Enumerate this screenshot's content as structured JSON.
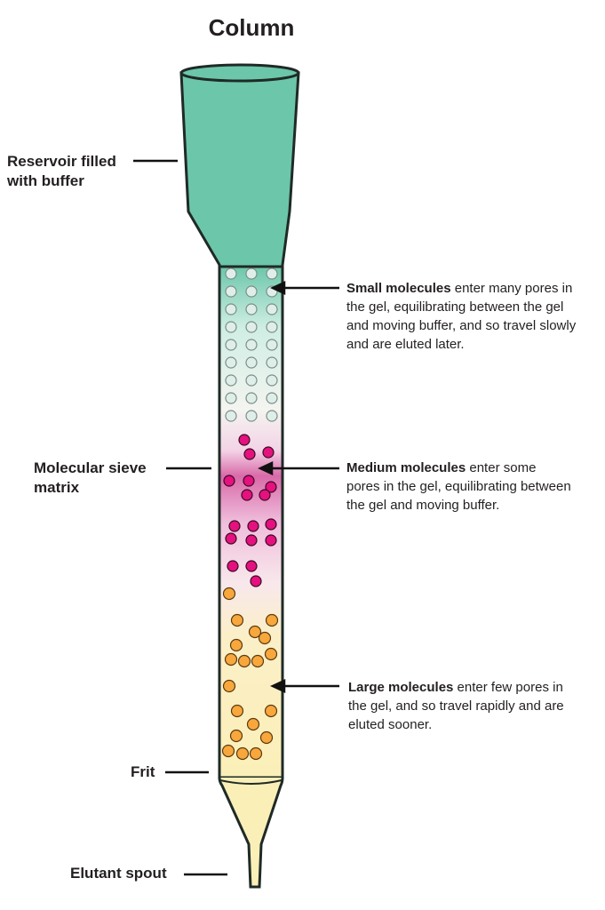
{
  "title": "Column",
  "labels": {
    "reservoir": [
      "Reservoir filled",
      "with buffer"
    ],
    "matrix": [
      "Molecular sieve",
      "matrix"
    ],
    "frit": "Frit",
    "spout": "Elutant spout"
  },
  "descriptions": {
    "small": {
      "bold": "Small molecules",
      "text": " enter many pores in the gel, equilibrating between the gel and moving buffer, and so travel slowly and are eluted later."
    },
    "medium": {
      "bold": "Medium molecules",
      "text": " enter some pores in the gel, equilibrating between the gel and moving buffer."
    },
    "large": {
      "bold": "Large molecules",
      "text": " enter few pores in the gel, and so travel rapidly and are eluted sooner."
    }
  },
  "colors": {
    "buffer": "#6cc6aa",
    "medium": "#e4117f",
    "large": "#f8a73c",
    "eluate": "#fbefb8"
  }
}
